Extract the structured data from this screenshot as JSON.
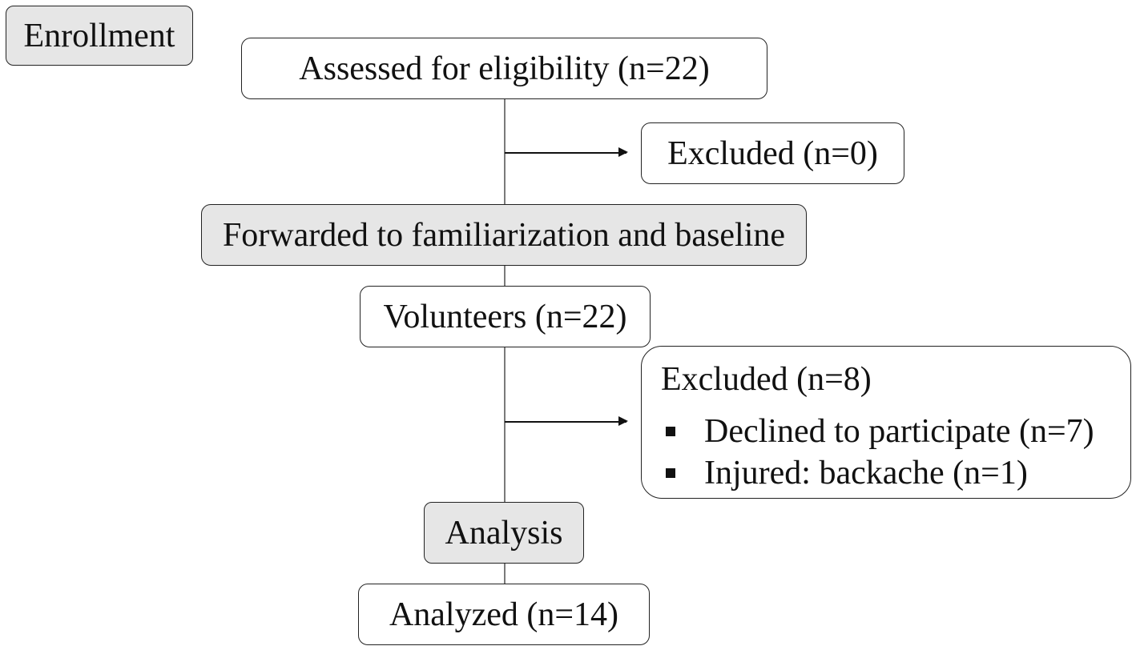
{
  "flow": {
    "enrollment_label": "Enrollment",
    "assessed": "Assessed for eligibility (n=22)",
    "excluded_first": "Excluded (n=0)",
    "forwarded": "Forwarded to familiarization and baseline",
    "volunteers": "Volunteers (n=22)",
    "excluded_second": {
      "title": "Excluded (n=8)",
      "reasons": [
        "Declined to participate (n=7)",
        "Injured: backache (n=1)"
      ]
    },
    "analysis_label": "Analysis",
    "analyzed": "Analyzed (n=14)"
  }
}
